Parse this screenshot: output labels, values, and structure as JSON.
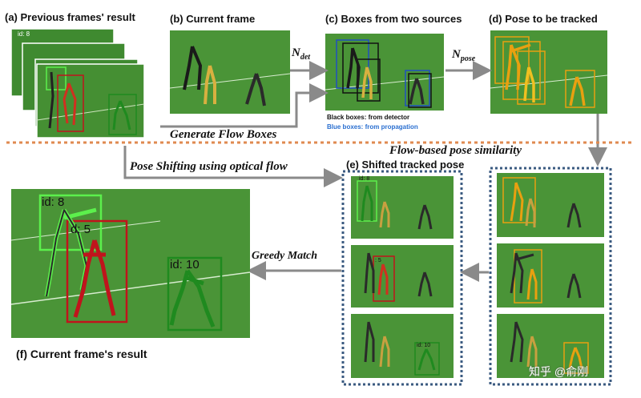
{
  "labels": {
    "a": "(a) Previous frames' result",
    "b": "(b) Current frame",
    "c": "(c) Boxes from two sources",
    "d": "(d) Pose  to be tracked",
    "e": "(e) Shifted tracked pose",
    "f": "(f) Current frame's result"
  },
  "arrows": {
    "n_det_base": "N",
    "n_det_sub": "det",
    "n_pose_base": "N",
    "n_pose_sub": "pose",
    "generate_flow": "Generate Flow Boxes",
    "pose_shifting": "Pose Shifting using optical flow",
    "flow_similarity": "Flow-based pose similarity",
    "greedy_match": "Greedy Match"
  },
  "legend": {
    "black": "Black boxes: from detector",
    "blue": "Blue boxes: from propagation"
  },
  "ids": {
    "id8": "id: 8",
    "id5": "d: 5",
    "id10": "id: 10",
    "id8_small": "id: 8",
    "id5_small": ": 5",
    "id10_small": "id: 10",
    "stack_id": "id: 8"
  },
  "watermark": "知乎 @俞刚",
  "colors": {
    "field": "#3f8a30",
    "field_dark": "#2f6f24",
    "green_box": "#5cf04c",
    "red_box": "#c0141c",
    "darkgreen_box": "#1f8a1f",
    "yellow_box": "#e8a010",
    "black_box": "#111111",
    "blue_box": "#1f4fc0",
    "divider": "#e08a50",
    "panel_border": "#3a5a80",
    "legend_blue": "#2a6fd0"
  }
}
